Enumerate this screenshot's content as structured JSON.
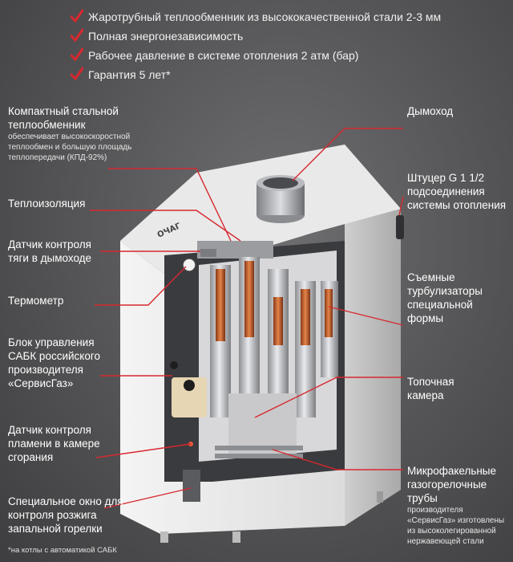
{
  "features": [
    "Жаротрубный теплообменник из высококачественной стали 2-3 мм",
    "Полная энергонезависимость",
    "Рабочее давление в системе отопления 2 атм (бар)",
    "Гарантия 5 лет*"
  ],
  "callouts_left": [
    {
      "main": "Компактный стальной теплообменник",
      "sub": "обеспечивает высокоскоростной теплообмен и большую площадь теплопередачи (КПД-92%)"
    },
    {
      "main": "Теплоизоляция"
    },
    {
      "main": "Датчик контроля тяги в дымоходе"
    },
    {
      "main": "Термометр"
    },
    {
      "main": "Блок управления САБК российского производителя «СервисГаз»"
    },
    {
      "main": "Датчик контроля пламени в камере сгорания"
    },
    {
      "main": "Специальное окно для контроля розжига запальной горелки"
    }
  ],
  "callouts_right": [
    {
      "main": "Дымоход"
    },
    {
      "main": "Штуцер G 1 1/2 подсоединения системы отопления"
    },
    {
      "main": "Съемные турбулизаторы специальной формы"
    },
    {
      "main": "Топочная камера"
    },
    {
      "main": "Микрофакельные газогорелочные трубы",
      "sub": "производителя «СервисГаз» изготовлены из высоколегированной нержавеющей стали"
    }
  ],
  "footnote": "*на котлы с автоматикой САБК",
  "brand_mark": "ОЧАГ",
  "colors": {
    "accent_red": "#d7282f",
    "body_white": "#eeeeee",
    "copper": "#c8602c"
  }
}
